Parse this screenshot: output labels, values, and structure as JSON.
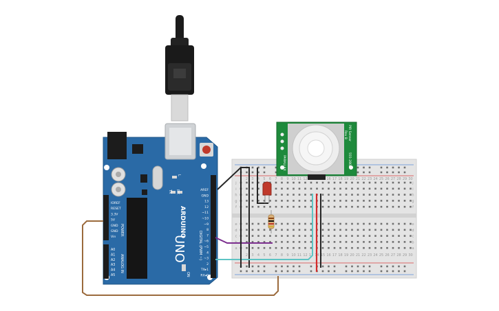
{
  "board": {
    "brand": "ARDUINO",
    "model": "UNO",
    "tx_label": "TX",
    "rx_label": "RX",
    "l_label": "L",
    "on_label": "ON",
    "power_title": "POWER",
    "analog_title": "ANALOG IN",
    "digital_title": "DIGITAL (PWM ~)",
    "power_pins": [
      "IOREF",
      "RESET",
      "3.3V",
      "5V",
      "GND",
      "GND",
      "Vin"
    ],
    "analog_pins": [
      "A0",
      "A1",
      "A2",
      "A3",
      "A4",
      "A5"
    ],
    "digital_pins": [
      "AREF",
      "GND",
      "13",
      "12",
      "~11",
      "~10",
      "~9",
      "8",
      "7",
      "~6",
      "~5",
      "4",
      "~3",
      "2",
      "TX▸1",
      "RX◂0"
    ],
    "color": "#2a6aa6"
  },
  "sensor": {
    "title": "PIR Sensor",
    "rev": "Rev B",
    "part": "555-28027",
    "brand": "PARALLAX",
    "color": "#1e8a3c"
  },
  "breadboard": {
    "column_numbers": [
      "1",
      "2",
      "3",
      "4",
      "5",
      "6",
      "7",
      "8",
      "9",
      "10",
      "11",
      "12",
      "13",
      "14",
      "15",
      "16",
      "17",
      "18",
      "19",
      "20",
      "21",
      "22",
      "23",
      "24",
      "25",
      "26",
      "27",
      "28",
      "29",
      "30"
    ],
    "row_letters_top": [
      "j",
      "i",
      "h",
      "g",
      "f"
    ],
    "row_letters_bottom": [
      "e",
      "d",
      "c",
      "b",
      "a"
    ]
  },
  "wires": {
    "colors": {
      "black": "#262626",
      "purple": "#7b2d8e",
      "teal": "#5ec4c4",
      "red": "#d42a2a",
      "brown": "#9b6a3c"
    }
  }
}
